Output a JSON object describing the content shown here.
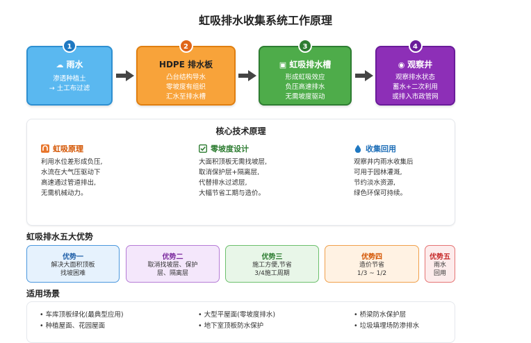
{
  "title": "虹吸排水收集系统工作原理",
  "steps": [
    {
      "num": "1",
      "icon": "cloud-rain-icon",
      "title": "雨水",
      "lines": [
        "渗透种植土",
        "→ 土工布过滤"
      ]
    },
    {
      "num": "2",
      "title": "HDPE 排水板",
      "lines": [
        "凸台结构导水",
        "零坡度有组织",
        "汇水至排水槽"
      ]
    },
    {
      "num": "3",
      "icon": "trough-icon",
      "title": "虹吸排水槽",
      "lines": [
        "形成虹吸效应",
        "负压高速排水",
        "无需坡度驱动"
      ]
    },
    {
      "num": "4",
      "icon": "well-icon",
      "title": "观察井",
      "lines": [
        "观察排水状态",
        "蓄水+二次利用",
        "或排入市政管网"
      ]
    }
  ],
  "core": {
    "title": "核心技术原理",
    "columns": [
      {
        "icon": "siphon-icon",
        "title": "虹吸原理",
        "lines": [
          "利用水位差形成负压,",
          "水流在大气压驱动下",
          "高速通过管道排出,",
          "无需机械动力。"
        ]
      },
      {
        "icon": "checkbox-icon",
        "title": "零坡度设计",
        "lines": [
          "大面积顶板无需找坡层,",
          "取消保护层+隔离层,",
          "代替排水过滤层,",
          "大幅节省工期与造价。"
        ]
      },
      {
        "icon": "water-drop-icon",
        "title": "收集回用",
        "lines": [
          "观察井内雨水收集后",
          "可用于园林灌溉,",
          "节约淡水资源,",
          "绿色环保可持续。"
        ]
      }
    ]
  },
  "advantages_title": "虹吸排水五大优势",
  "advantages": [
    {
      "title": "优势一",
      "lines": [
        "解决大面积顶板",
        "找坡困难"
      ]
    },
    {
      "title": "优势二",
      "lines": [
        "取消找坡层、保护",
        "层、隔离层"
      ]
    },
    {
      "title": "优势三",
      "lines": [
        "施工方便,节省",
        "3/4施工周期"
      ]
    },
    {
      "title": "优势四",
      "lines": [
        "造价节省",
        "1/3 ~ 1/2"
      ]
    },
    {
      "title": "优势五",
      "lines": [
        "雨水",
        "回用"
      ]
    }
  ],
  "scenarios_title": "适用场景",
  "scenarios": [
    "• 车库顶板绿化(最典型应用)",
    "• 大型平屋面(零坡度排水)",
    "• 桥梁防水保护层",
    "• 种植屋面、花园屋面",
    "• 地下室顶板防水保护",
    "• 垃圾填埋场防渗排水"
  ],
  "colors": {
    "blue": "#5ab8f0",
    "orange": "#f8a33a",
    "green": "#4eac4a",
    "purple": "#8d2fb7"
  }
}
